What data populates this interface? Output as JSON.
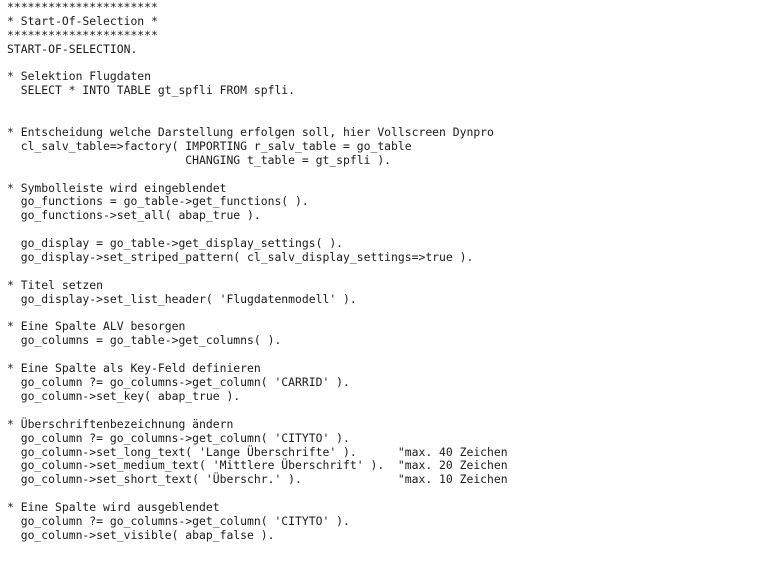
{
  "code": {
    "lines": [
      "**********************",
      "* Start-Of-Selection *",
      "**********************",
      "START-OF-SELECTION.",
      "",
      "* Selektion Flugdaten",
      "  SELECT * INTO TABLE gt_spfli FROM spfli.",
      "",
      "",
      "* Entscheidung welche Darstellung erfolgen soll, hier Vollscreen Dynpro",
      "  cl_salv_table=>factory( IMPORTING r_salv_table = go_table",
      "                          CHANGING t_table = gt_spfli ).",
      "",
      "* Symbolleiste wird eingeblendet",
      "  go_functions = go_table->get_functions( ).",
      "  go_functions->set_all( abap_true ).",
      "",
      "  go_display = go_table->get_display_settings( ).",
      "  go_display->set_striped_pattern( cl_salv_display_settings=>true ).",
      "",
      "* Titel setzen",
      "  go_display->set_list_header( 'Flugdatenmodell' ).",
      "",
      "* Eine Spalte ALV besorgen",
      "  go_columns = go_table->get_columns( ).",
      "",
      "* Eine Spalte als Key-Feld definieren",
      "  go_column ?= go_columns->get_column( 'CARRID' ).",
      "  go_column->set_key( abap_true ).",
      "",
      "* Überschriftenbezeichnung ändern",
      "  go_column ?= go_columns->get_column( 'CITYTO' ).",
      "  go_column->set_long_text( 'Lange Überschrifte' ).      \"max. 40 Zeichen",
      "  go_column->set_medium_text( 'Mittlere Überschrift' ).  \"max. 20 Zeichen",
      "  go_column->set_short_text( 'Überschr.' ).              \"max. 10 Zeichen",
      "",
      "* Eine Spalte wird ausgeblendet",
      "  go_column ?= go_columns->get_column( 'CITYTO' ).",
      "  go_column->set_visible( abap_false )."
    ]
  }
}
